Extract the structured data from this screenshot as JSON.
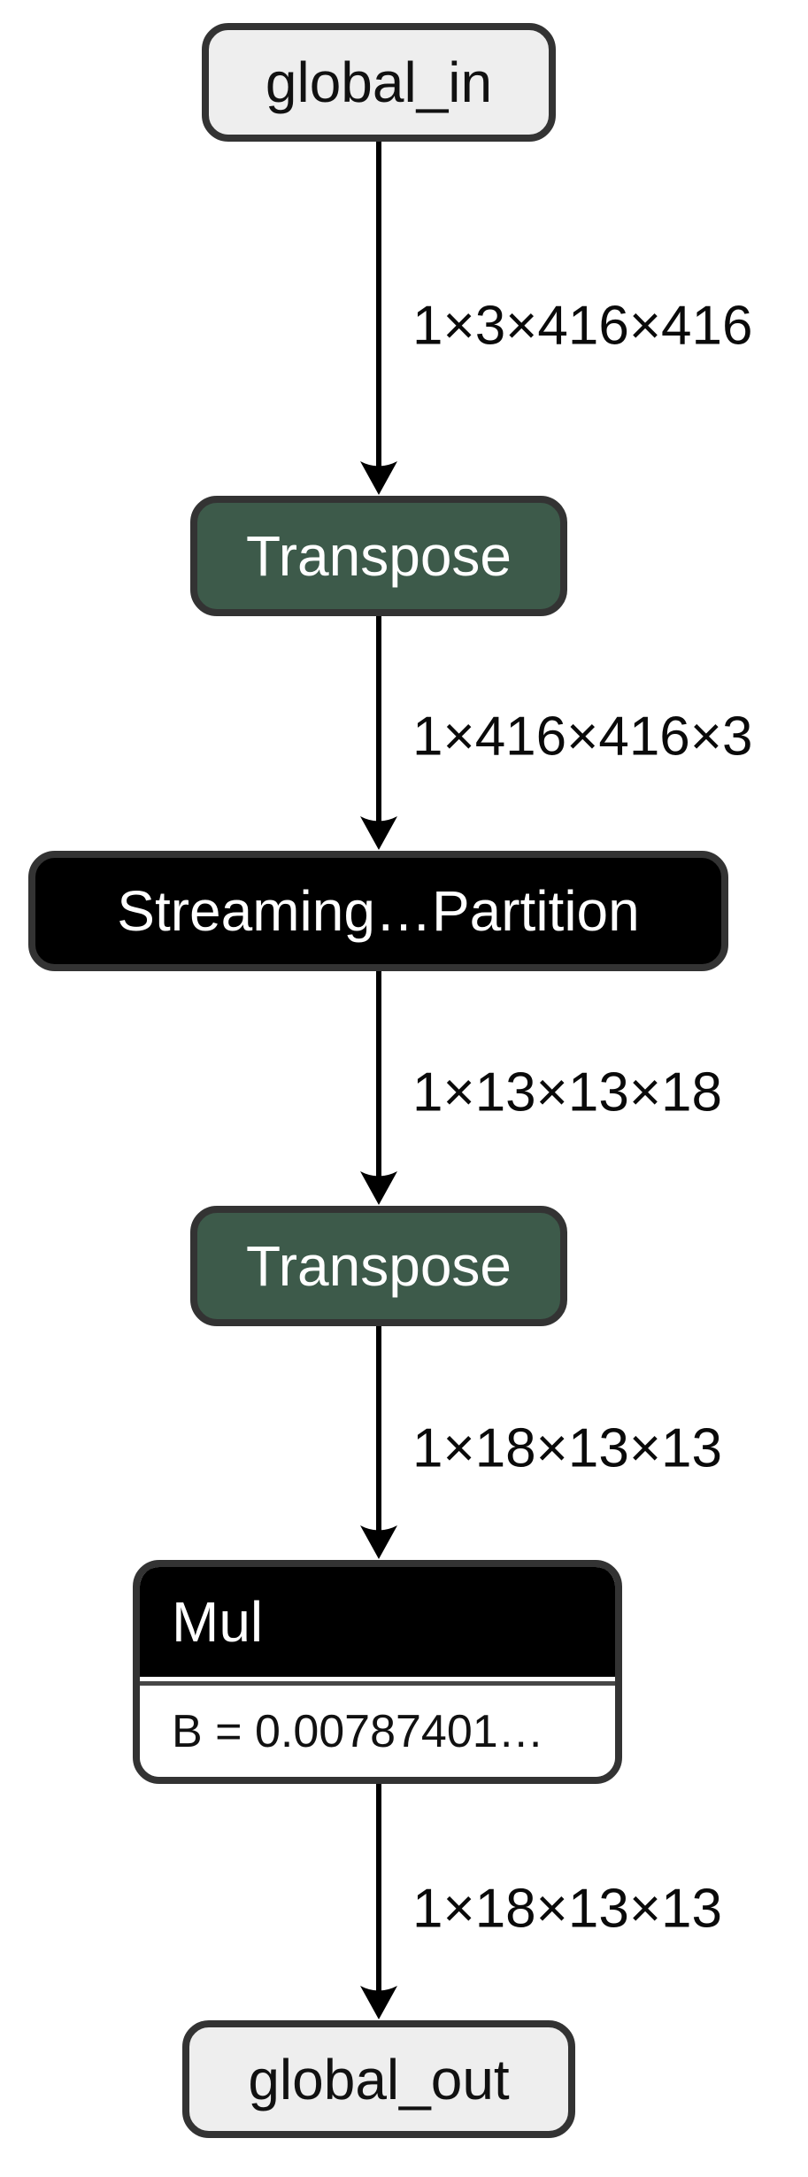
{
  "diagram": {
    "type": "model-graph",
    "nodes": [
      {
        "label": "global_in",
        "category": "input"
      },
      {
        "label": "Transpose",
        "category": "transform"
      },
      {
        "label": "Streaming…Partition",
        "category": "layer"
      },
      {
        "label": "Transpose",
        "category": "transform"
      },
      {
        "label": "Mul",
        "category": "layer",
        "attribute": "B = 0.00787401…"
      },
      {
        "label": "global_out",
        "category": "output"
      }
    ],
    "edges": [
      {
        "label": "1×3×416×416",
        "from": "global_in",
        "to": "Transpose"
      },
      {
        "label": "1×416×416×3",
        "from": "Transpose",
        "to": "Streaming…Partition"
      },
      {
        "label": "1×13×13×18",
        "from": "Streaming…Partition",
        "to": "Transpose"
      },
      {
        "label": "1×18×13×13",
        "from": "Transpose",
        "to": "Mul"
      },
      {
        "label": "1×18×13×13",
        "from": "Mul",
        "to": "global_out"
      }
    ],
    "colors": {
      "canvas_bg": "#ffffff",
      "io_fill": "#eeeeee",
      "transform_fill": "#3d5a4a",
      "layer_fill": "#000000",
      "node_border": "#333333",
      "edge_color": "#000000"
    }
  }
}
